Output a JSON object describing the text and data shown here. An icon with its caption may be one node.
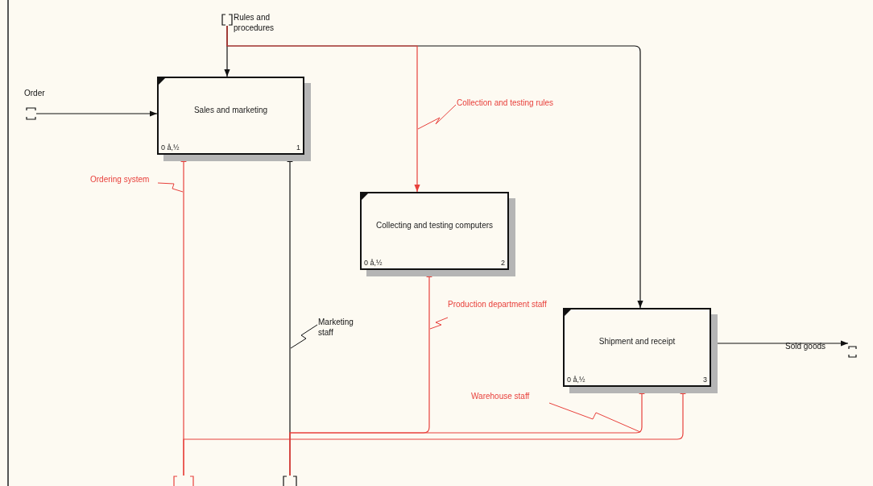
{
  "diagram": {
    "nodes": [
      {
        "text": [
          "Sales and marketing",
          "0 å,½",
          "1"
        ]
      },
      {
        "text": [
          "Collecting and testing computers",
          "0 å,½",
          "2"
        ]
      },
      {
        "text": [
          "Shipment and receipt",
          "0 å,½",
          "3"
        ]
      },
      {
        "text": [],
        "shape": "bracket"
      },
      {
        "text": [],
        "shape": "bracket"
      },
      {
        "text": [],
        "shape": "bracket"
      },
      {
        "text": [],
        "shape": "bracket"
      },
      {
        "text": [],
        "shape": "bracket"
      }
    ],
    "edges": [
      {
        "from": 3,
        "to": 0,
        "arrow": "to",
        "label": "Order"
      },
      {
        "from": 4,
        "to": 0,
        "arrow": "to",
        "label": "Rules and procedures"
      },
      {
        "from": 4,
        "to": 2,
        "arrow": "to"
      },
      {
        "from": 4,
        "to": 1,
        "arrow": "to",
        "label": "Collection and testing rules",
        "color": "#e8413c"
      },
      {
        "from": 5,
        "to": 0,
        "arrow": "to",
        "label": "Ordering system",
        "color": "#e8413c"
      },
      {
        "from": 5,
        "to": 2,
        "arrow": "to",
        "color": "#e8413c"
      },
      {
        "from": 6,
        "to": 0,
        "arrow": "to",
        "label": "Marketing staff"
      },
      {
        "from": 6,
        "to": 1,
        "arrow": "to",
        "label": "Production department staff",
        "color": "#e8413c"
      },
      {
        "from": 6,
        "to": 2,
        "arrow": "to",
        "label": "Warehouse staff",
        "color": "#e8413c"
      },
      {
        "from": 2,
        "to": 7,
        "arrow": "to",
        "label": "Sold goods"
      }
    ]
  }
}
